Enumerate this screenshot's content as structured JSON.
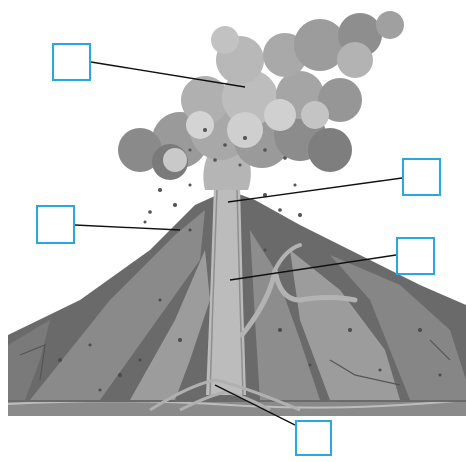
{
  "diagram": {
    "labels": [
      {
        "id": "ash-cloud",
        "text": ""
      },
      {
        "id": "crater",
        "text": ""
      },
      {
        "id": "vent",
        "text": ""
      },
      {
        "id": "side-vent",
        "text": ""
      },
      {
        "id": "magma-chamber",
        "text": ""
      }
    ],
    "colors": {
      "label_border": "#29a8e0",
      "leader_line": "#111111",
      "cloud": "#9a9a9a",
      "cloud_light": "#c8c8c8",
      "cloud_dark": "#6e6e6e",
      "slope_dark": "#5a5a5a",
      "slope_mid": "#7c7c7c",
      "slope_light": "#a3a3a3",
      "conduit": "#b9b9b9",
      "ground": "#8a8a8a"
    },
    "icons": {
      "volcano": "volcano-cross-section-illustration"
    }
  }
}
